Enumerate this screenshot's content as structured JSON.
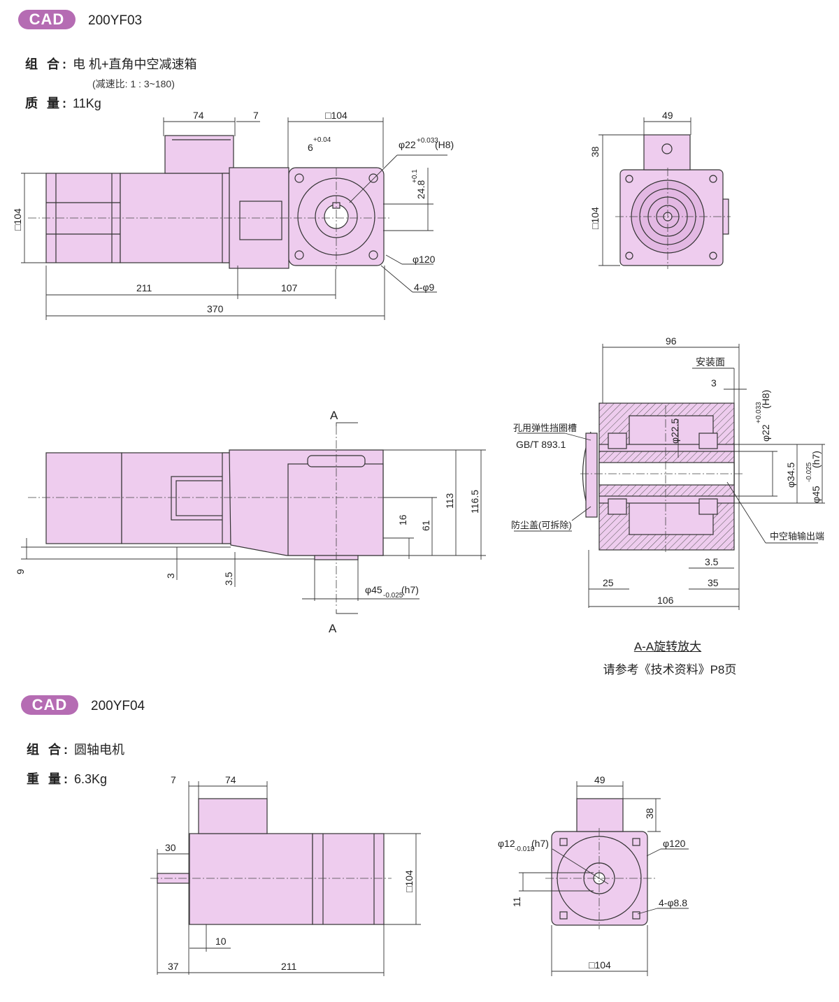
{
  "section1": {
    "badge": "CAD",
    "model": "200YF03",
    "combo_label": "组 合:",
    "combo_value": "电 机+直角中空减速箱",
    "ratio_note": "(减速比: 1 : 3~180)",
    "mass_label": "质 量:",
    "mass_value": "11Kg",
    "dims": {
      "d74": "74",
      "d7": "7",
      "d104_sq_top": "□104",
      "d6": "6",
      "d6_tol": "+0.04",
      "d22": "φ22",
      "d22_tol": "+0.033",
      "d22_fit": "(H8)",
      "d24_8": "24.8",
      "d24_8_tol": "+0.1",
      "d104_sq_left": "□104",
      "d120": "φ120",
      "d4_9": "4-φ9",
      "d211": "211",
      "d107": "107",
      "d370": "370",
      "r49": "49",
      "r38": "38",
      "r104": "□104",
      "sec_A_top": "A",
      "sec_A_bottom": "A",
      "d113": "113",
      "d116_5": "116.5",
      "d16": "16",
      "d61": "61",
      "d9": "9",
      "d3": "3",
      "d3_5": "3.5",
      "d45": "φ45",
      "d45_tol": "-0.025",
      "d45_fit": "(h7)",
      "s96": "96",
      "s_mount": "安装面",
      "s3": "3",
      "s22_5": "φ22.5",
      "s34_5": "φ34.5",
      "s45": "φ45",
      "s45_tol": "-0.025",
      "s45_fit": "(h7)",
      "s22": "φ22",
      "s22_tol": "+0.033",
      "s22_fit": "(H8)",
      "s_groove": "孔用弹性挡圈槽",
      "s_std": "GB/T 893.1",
      "s_cover": "防尘盖(可拆除)",
      "s_out": "中空轴输出端",
      "s3_5": "3.5",
      "s25": "25",
      "s35": "35",
      "s106": "106"
    },
    "caption_title": "A-A旋转放大",
    "caption_ref": "请参考《技术资料》P8页"
  },
  "section2": {
    "badge": "CAD",
    "model": "200YF04",
    "combo_label": "组 合:",
    "combo_value": "圆轴电机",
    "mass_label": "重 量:",
    "mass_value": "6.3Kg",
    "dims": {
      "d7": "7",
      "d74": "74",
      "d30": "30",
      "d104_sq": "□104",
      "d10": "10",
      "d37": "37",
      "d211": "211",
      "r49": "49",
      "r38": "38",
      "r12": "φ12",
      "r12_tol": "-0.018",
      "r12_fit": "(h7)",
      "r120": "φ120",
      "r11": "11",
      "r4_8_8": "4-φ8.8",
      "r104": "□104"
    }
  },
  "colors": {
    "body_fill": "#eeccee",
    "body_dark": "#d9a6d9",
    "badge": "#b56cb3",
    "line": "#222222"
  }
}
